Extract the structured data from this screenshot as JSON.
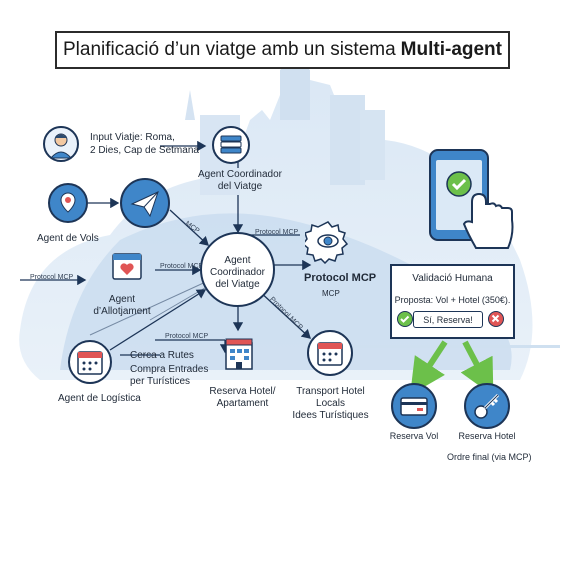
{
  "title": {
    "regular": "Planificació d’un viatge amb un sistema",
    "bold": "Multi-agent"
  },
  "input": {
    "line1": "Input Viatje: Roma,",
    "line2": "2 Dies, Cap de Setmana"
  },
  "coordinator_top": {
    "line1": "Agent Coordinador",
    "line2": "del Viatge"
  },
  "agent_vols": "Agent de Vols",
  "agent_allotjament": {
    "line1": "Agent",
    "line2": "d’Allotjament"
  },
  "agent_logistica": "Agent de Logística",
  "coordinator_center": {
    "line1": "Agent",
    "line2": "Coordinador",
    "line3": "del Viatge"
  },
  "protocol_mcp_main": "Protocol MCP",
  "mcp_label": "MCP",
  "edge_labels": {
    "mcp_diag": "MCP",
    "protocol_mcp_1": "Protocol MCP",
    "protocol_mcp_2": "Protocol MCP",
    "protocol_mcp_3": "Protocol MCP",
    "protocol_mcp_4": "Protocol MCP",
    "protocol_mcp_5": "Protocol MCP"
  },
  "logistica_tasks": {
    "line1": "Cerca a Rutes",
    "line2": "Compra Entrades",
    "line3": "per Turístices"
  },
  "reserva_hotel_apt": {
    "line1": "Reserva Hotel/",
    "line2": "Apartament"
  },
  "transport": {
    "line1": "Transport Hotel",
    "line2": "Locals",
    "line3": "Idees Turístiques"
  },
  "validation": {
    "title": "Validació Humana",
    "proposal": "Proposta: Vol + Hotel (350€).",
    "button": "Sí, Reserva!"
  },
  "reserva_vol": "Reserva Vol",
  "reserva_hotel": "Reserva Hotel",
  "final": "Ordre final (via MCP)",
  "colors": {
    "blue": "#3f86c9",
    "navy": "#1d3557",
    "green": "#6cc04a",
    "red": "#e05555",
    "skyline": "#cfe0f0"
  },
  "icons": [
    "user-icon",
    "paper-plane-icon",
    "document-stack-icon",
    "flight-pin-icon",
    "calendar-heart-icon",
    "calendar-icon",
    "hotel-icon",
    "gear-eye-icon",
    "phone-check-icon",
    "hand-pointer-icon",
    "check-icon",
    "close-icon",
    "credit-card-icon",
    "key-icon"
  ]
}
